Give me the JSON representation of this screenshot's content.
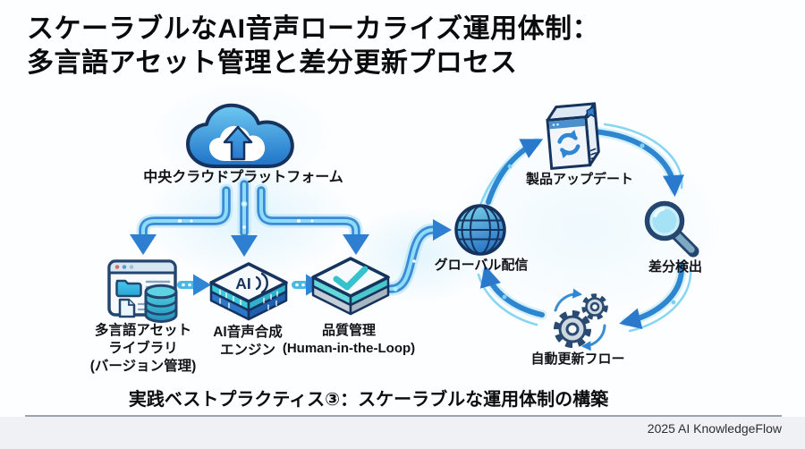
{
  "title": {
    "line1": "スケーラブルなAI音声ローカライズ運用体制：",
    "line2": "多言語アセット管理と差分更新プロセス"
  },
  "diagram": {
    "cloud": {
      "icon": "cloud-upload-icon",
      "label": "中央クラウドプラットフォーム"
    },
    "pipeline": [
      {
        "id": "library",
        "icon": "asset-library-icon",
        "label": "多言語アセット\nライブラリ\n(バージョン管理)"
      },
      {
        "id": "tts-engine",
        "icon": "ai-voice-chip-icon",
        "chip_text": "AI",
        "label": "AI音声合成\nエンジン"
      },
      {
        "id": "quality",
        "icon": "quality-check-icon",
        "label": "品質管理\n(Human-in-the-Loop)"
      },
      {
        "id": "distribution",
        "icon": "globe-icon",
        "label": "グローバル配信"
      }
    ],
    "update_cycle": [
      {
        "id": "product-update",
        "icon": "software-box-refresh-icon",
        "label": "製品アップデート"
      },
      {
        "id": "diff-detection",
        "icon": "magnifier-icon",
        "label": "差分検出"
      },
      {
        "id": "auto-update-flow",
        "icon": "gears-icon",
        "label": "自動更新フロー"
      }
    ]
  },
  "caption": "実践ベストプラクティス③：スケーラブルな運用体制の構築",
  "footer": "2025 AI KnowledgeFlow",
  "palette": {
    "arrow_blue": "#2e7ed2",
    "glow_cyan": "#8fdcf8",
    "outline_navy": "#16335e",
    "teal": "#3fc8da",
    "title_text": "#0b0b0c"
  }
}
